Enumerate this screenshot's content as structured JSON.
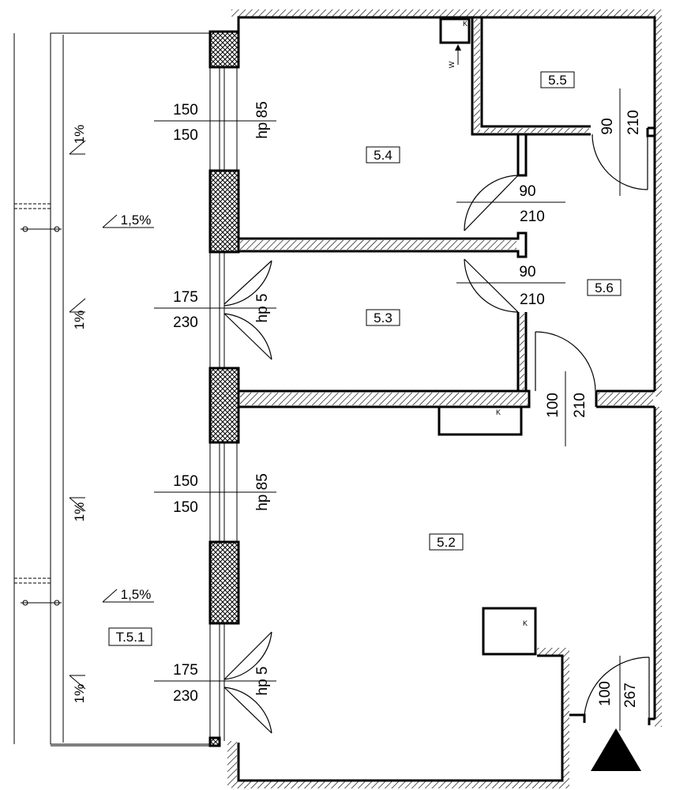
{
  "rooms": [
    {
      "id": "room-5-2",
      "label": "5.2"
    },
    {
      "id": "room-5-3",
      "label": "5.3"
    },
    {
      "id": "room-5-4",
      "label": "5.4"
    },
    {
      "id": "room-5-5",
      "label": "5.5"
    },
    {
      "id": "room-5-6",
      "label": "5.6"
    },
    {
      "id": "terrace-t-5-1",
      "label": "T.5.1"
    }
  ],
  "windows": [
    {
      "width": "150",
      "height": "150",
      "parapet": "hp 85"
    },
    {
      "width": "175",
      "height": "230",
      "parapet": "hp 5"
    },
    {
      "width": "150",
      "height": "150",
      "parapet": "hp 85"
    },
    {
      "width": "175",
      "height": "230",
      "parapet": "hp 5"
    }
  ],
  "doors": [
    {
      "width": "90",
      "height": "210"
    },
    {
      "width": "90",
      "height": "210"
    },
    {
      "width": "90",
      "height": "210"
    },
    {
      "width": "100",
      "height": "210"
    },
    {
      "width": "100",
      "height": "267"
    }
  ],
  "slopes": [
    "1%",
    "1%",
    "1%",
    "1%",
    "1,5%",
    "1,5%"
  ],
  "markers": {
    "k": "K",
    "w": "W"
  }
}
